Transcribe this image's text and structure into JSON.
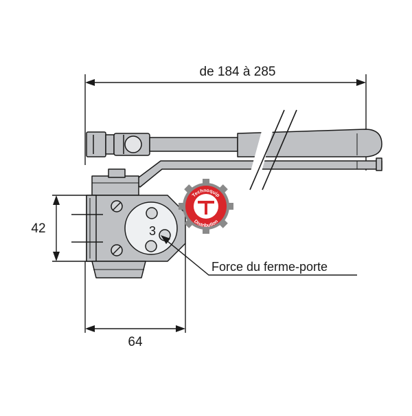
{
  "dimensions": {
    "width_range": "de 184 à 285",
    "height": "42",
    "depth": "64"
  },
  "annotation": {
    "force_label": "Force du ferme-porte",
    "force_value": "3"
  },
  "watermark": {
    "brand_top": "Technoquip",
    "brand_bottom": "Distribution"
  },
  "colors": {
    "body_fill": "#bfc1c4",
    "line": "#1a1a1a",
    "logo_red": "#d9262b",
    "logo_grey": "#8a8a8a"
  }
}
